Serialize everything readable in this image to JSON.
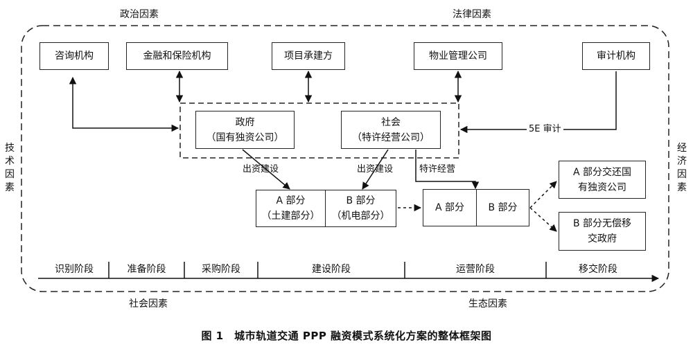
{
  "factors": {
    "political": "政治因素",
    "legal": "法律因素",
    "technical": "技术因素",
    "economic": "经济因素",
    "social": "社会因素",
    "ecological": "生态因素"
  },
  "top_boxes": {
    "consulting": "咨询机构",
    "finance": "金融和保险机构",
    "contractor": "项目承建方",
    "property": "物业管理公司",
    "audit": "审计机构"
  },
  "center": {
    "gov_line1": "政府",
    "gov_line2": "（国有独资公司）",
    "soc_line1": "社会",
    "soc_line2": "（特许经营公司）"
  },
  "edge_labels": {
    "audit_5e": "5E 审计",
    "invest_a": "出资建设",
    "invest_b": "出资建设",
    "franchise": "特许经营"
  },
  "parts": {
    "a_line1": "A 部分",
    "a_line2": "（土建部分）",
    "b_line1": "B 部分",
    "b_line2": "（机电部分）",
    "op_a": "A 部分",
    "op_b": "B 部分"
  },
  "transfer": {
    "a_line1": "A 部分交还国",
    "a_line2": "有独资公司",
    "b_line1": "B 部分无偿移",
    "b_line2": "交政府"
  },
  "stages": [
    "识别阶段",
    "准备阶段",
    "采购阶段",
    "建设阶段",
    "运营阶段",
    "移交阶段"
  ],
  "caption": "图 1　城市轨道交通 PPP 融资模式系统化方案的整体框架图"
}
